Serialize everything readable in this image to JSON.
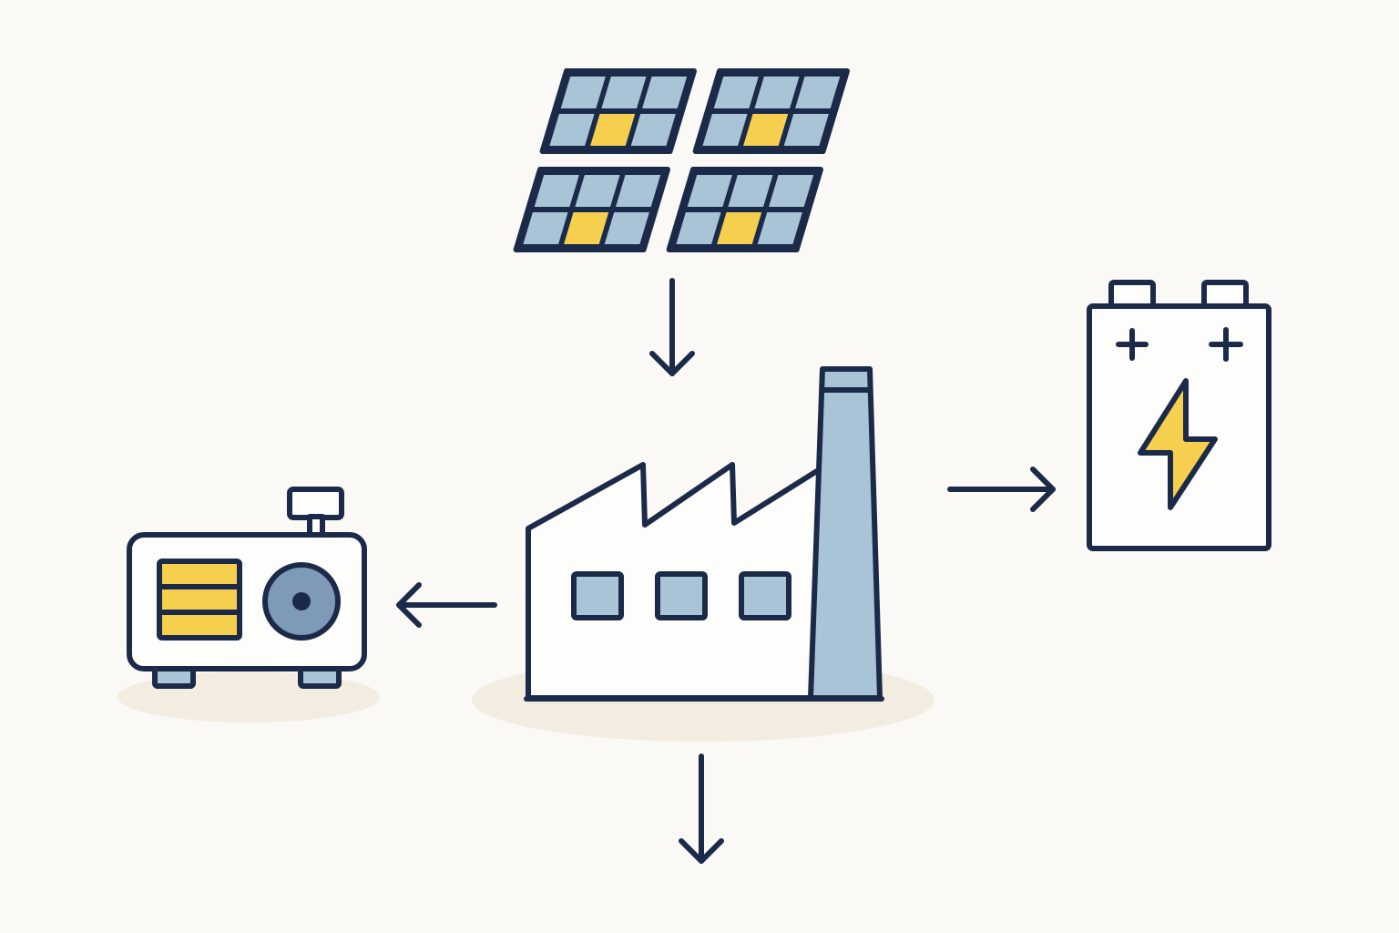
{
  "colors": {
    "background": "#fbf9f5",
    "outline": "#1c2a4a",
    "panel_blue": "#a9c4d6",
    "accent_yellow": "#f7cf4f",
    "fill_white": "#fdfdfb",
    "shadow": "#f3ede1",
    "generator_dial": "#7f9ab8"
  },
  "nodes": [
    {
      "id": "solar",
      "icon": "solar-panels-icon"
    },
    {
      "id": "factory",
      "icon": "factory-icon"
    },
    {
      "id": "battery",
      "icon": "battery-icon"
    },
    {
      "id": "generator",
      "icon": "generator-icon"
    }
  ],
  "edges": [
    {
      "from": "solar",
      "to": "factory"
    },
    {
      "from": "factory",
      "to": "battery"
    },
    {
      "from": "factory",
      "to": "generator"
    },
    {
      "from": "factory",
      "to": "output"
    }
  ]
}
